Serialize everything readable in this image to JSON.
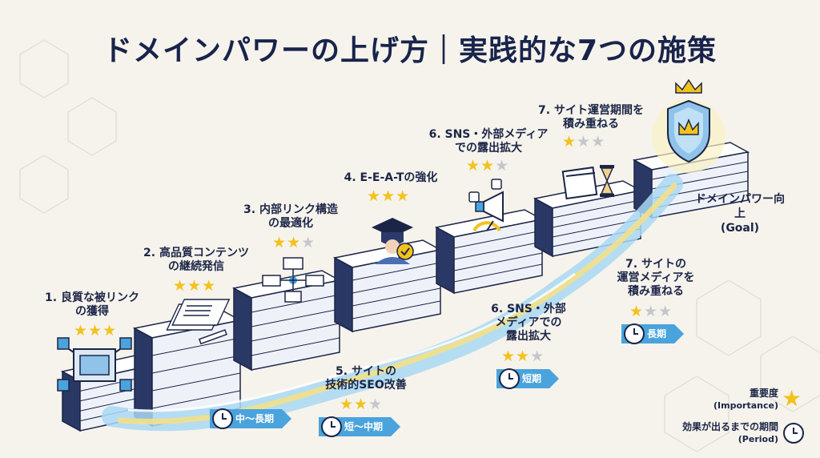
{
  "title": "ドメインパワーの上げ方｜実践的な7つの施策",
  "steps": [
    {
      "label": "1. 良質な被リンク\nの獲得",
      "rating": 3,
      "icon": "network-blocks-icon"
    },
    {
      "label": "2. 高品質コンテンツ\nの継続発信",
      "rating": 3,
      "icon": "documents-pen-icon"
    },
    {
      "label": "3. 内部リンク構造\nの最適化",
      "rating": 2,
      "icon": "sitemap-icon"
    },
    {
      "label": "4. E-E-A-Tの強化",
      "rating": 3,
      "icon": "graduate-badge-icon"
    },
    {
      "label": "6. SNS・外部メディア\nでの露出拡大",
      "rating": 2,
      "icon": "megaphone-social-icon"
    },
    {
      "label": "7. サイト運営期間を\n積み重ねる",
      "rating": 1,
      "icon": "calendar-hourglass-icon"
    }
  ],
  "goal": {
    "label": "ドメインパワー向上\n(Goal)",
    "icon": "crown-shield-icon"
  },
  "timeline_items": [
    {
      "label": "5. サイトの\n技術的SEO改善",
      "rating": 2
    },
    {
      "label": "6. SNS・外部\nメディアでの\n露出拡大",
      "rating": 2
    },
    {
      "label": "7. サイトの\n運営メディアを\n積み重ねる",
      "rating": 1
    }
  ],
  "periods": [
    "中〜長期",
    "短〜中期",
    "短期",
    "長期"
  ],
  "legend": {
    "importance": "重要度",
    "importance_en": "(Importance)",
    "period": "効果が出るまでの期間",
    "period_en": "(Period)"
  },
  "colors": {
    "navy": "#1b2547",
    "star": "#f2c21d",
    "star_off": "#c5c7cc",
    "river_blue": "#a9d8f3",
    "river_yellow": "#f3e08a",
    "arrow_blue": "#4aa3dc",
    "background": "#f6f3ec"
  }
}
